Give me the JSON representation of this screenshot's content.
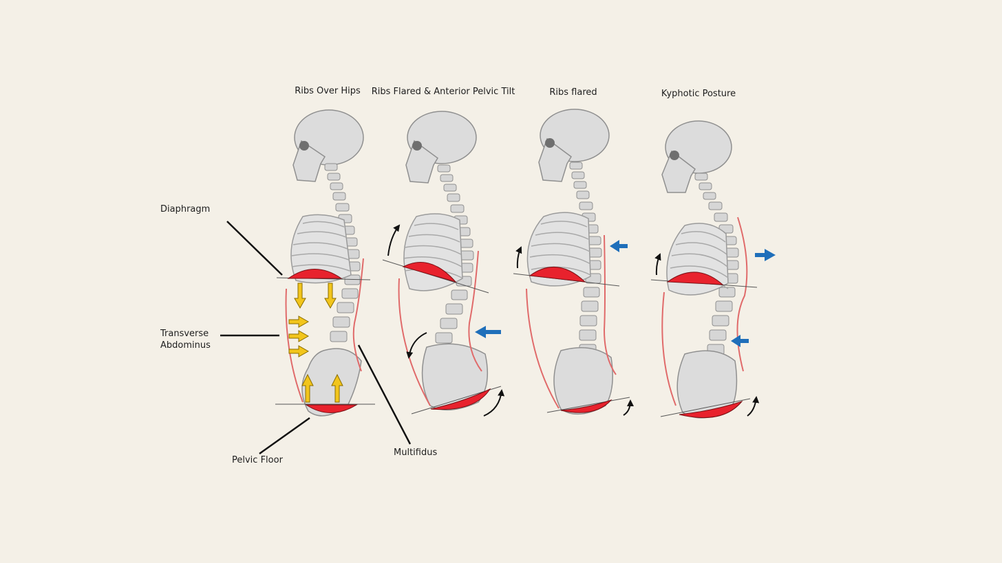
{
  "diagram": {
    "titles": [
      "Ribs Over Hips",
      "Ribs Flared & Anterior Pelvic Tilt",
      "Ribs flared",
      "Kyphotic Posture"
    ],
    "labels": {
      "diaphragm": "Diaphragm",
      "transverse_abdominus": "Transverse\nAbdominus",
      "pelvic_floor": "Pelvic Floor",
      "multifidus": "Multifidus"
    },
    "colors": {
      "background": "#f4f0e7",
      "bone_fill": "#dcdcdc",
      "bone_stroke": "#8f8f8f",
      "muscle_red": "#e8222d",
      "outline_red": "#e06a6a",
      "pressure_yellow": "#f2c51c",
      "force_blue": "#1f6fba",
      "rotation_arrow": "#111111",
      "leader_line": "#111111"
    }
  }
}
